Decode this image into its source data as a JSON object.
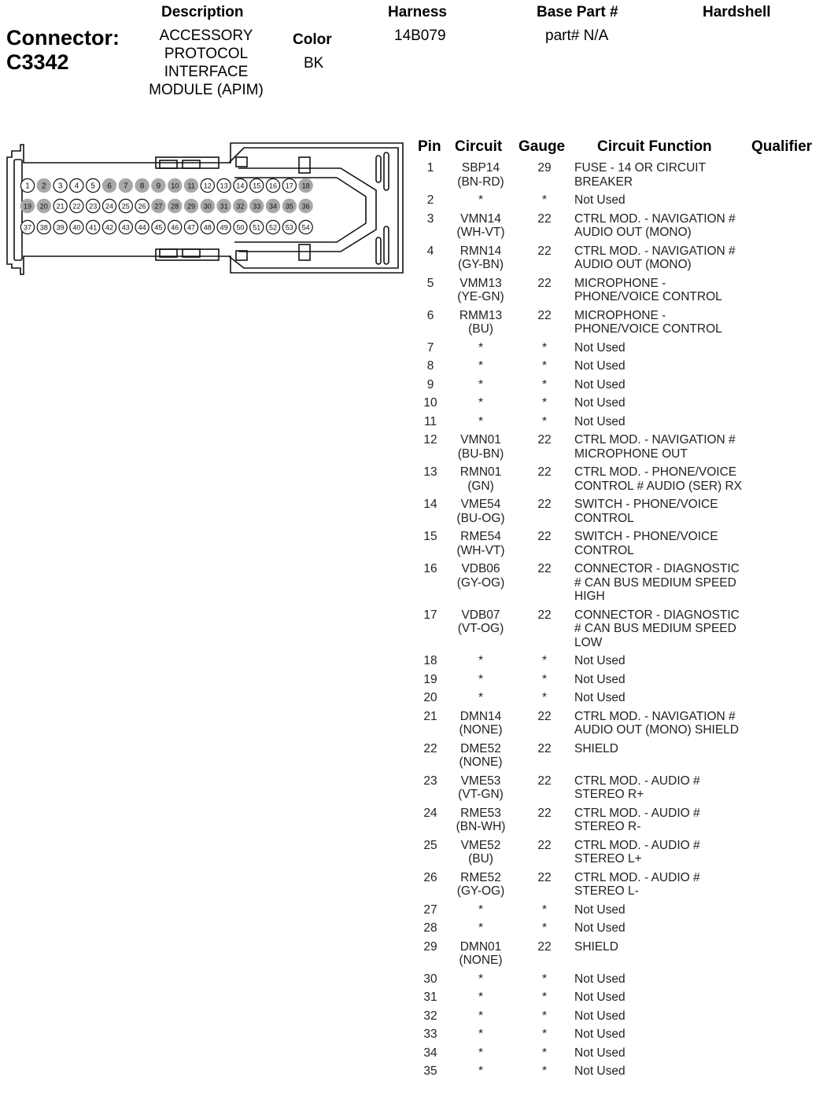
{
  "header": {
    "connector_label": "Connector:",
    "connector_id": "C3342",
    "description_label": "Description",
    "description_lines": [
      "ACCESSORY",
      "PROTOCOL",
      "INTERFACE",
      "MODULE (APIM)"
    ],
    "color_label": "Color",
    "color_value": "BK",
    "harness_label": "Harness",
    "harness_value": "14B079",
    "base_part_label": "Base Part #",
    "base_part_value": "part# N/A",
    "hardshell_label": "Hardshell"
  },
  "connector": {
    "shaded_pins": [
      2,
      6,
      7,
      8,
      9,
      10,
      11,
      18,
      19,
      20,
      27,
      28,
      29,
      30,
      31,
      32,
      33,
      34,
      35,
      36
    ],
    "colors": {
      "shaded_fill": "#a8a8a8",
      "open_fill": "#ffffff",
      "line": "#111111"
    }
  },
  "table": {
    "headers": {
      "pin": "Pin",
      "circuit": "Circuit",
      "gauge": "Gauge",
      "function": "Circuit Function",
      "qualifier": "Qualifier"
    },
    "rows": [
      {
        "pin": "1",
        "circuit": [
          "SBP14",
          "(BN-RD)"
        ],
        "gauge": "29",
        "function": [
          "FUSE - 14 OR CIRCUIT",
          "BREAKER"
        ]
      },
      {
        "pin": "2",
        "circuit": [
          "*"
        ],
        "gauge": "*",
        "function": [
          "Not Used"
        ]
      },
      {
        "pin": "3",
        "circuit": [
          "VMN14",
          "(WH-VT)"
        ],
        "gauge": "22",
        "function": [
          "CTRL MOD. - NAVIGATION #",
          "AUDIO OUT (MONO)"
        ]
      },
      {
        "pin": "4",
        "circuit": [
          "RMN14",
          "(GY-BN)"
        ],
        "gauge": "22",
        "function": [
          "CTRL MOD. - NAVIGATION #",
          "AUDIO OUT (MONO)"
        ]
      },
      {
        "pin": "5",
        "circuit": [
          "VMM13",
          "(YE-GN)"
        ],
        "gauge": "22",
        "function": [
          "MICROPHONE -",
          "PHONE/VOICE CONTROL"
        ]
      },
      {
        "pin": "6",
        "circuit": [
          "RMM13",
          "(BU)"
        ],
        "gauge": "22",
        "function": [
          "MICROPHONE -",
          "PHONE/VOICE CONTROL"
        ]
      },
      {
        "pin": "7",
        "circuit": [
          "*"
        ],
        "gauge": "*",
        "function": [
          "Not Used"
        ]
      },
      {
        "pin": "8",
        "circuit": [
          "*"
        ],
        "gauge": "*",
        "function": [
          "Not Used"
        ]
      },
      {
        "pin": "9",
        "circuit": [
          "*"
        ],
        "gauge": "*",
        "function": [
          "Not Used"
        ]
      },
      {
        "pin": "10",
        "circuit": [
          "*"
        ],
        "gauge": "*",
        "function": [
          "Not Used"
        ]
      },
      {
        "pin": "11",
        "circuit": [
          "*"
        ],
        "gauge": "*",
        "function": [
          "Not Used"
        ]
      },
      {
        "pin": "12",
        "circuit": [
          "VMN01",
          "(BU-BN)"
        ],
        "gauge": "22",
        "function": [
          "CTRL MOD. - NAVIGATION #",
          "MICROPHONE OUT"
        ]
      },
      {
        "pin": "13",
        "circuit": [
          "RMN01",
          "(GN)"
        ],
        "gauge": "22",
        "function": [
          "CTRL MOD. - PHONE/VOICE",
          "CONTROL # AUDIO (SER) RX"
        ]
      },
      {
        "pin": "14",
        "circuit": [
          "VME54",
          "(BU-OG)"
        ],
        "gauge": "22",
        "function": [
          "SWITCH - PHONE/VOICE",
          "CONTROL"
        ]
      },
      {
        "pin": "15",
        "circuit": [
          "RME54",
          "(WH-VT)"
        ],
        "gauge": "22",
        "function": [
          "SWITCH - PHONE/VOICE",
          "CONTROL"
        ]
      },
      {
        "pin": "16",
        "circuit": [
          "VDB06",
          "(GY-OG)"
        ],
        "gauge": "22",
        "function": [
          "CONNECTOR - DIAGNOSTIC",
          "# CAN BUS MEDIUM SPEED",
          "HIGH"
        ]
      },
      {
        "pin": "17",
        "circuit": [
          "VDB07",
          "(VT-OG)"
        ],
        "gauge": "22",
        "function": [
          "CONNECTOR - DIAGNOSTIC",
          "# CAN BUS MEDIUM SPEED",
          "LOW"
        ]
      },
      {
        "pin": "18",
        "circuit": [
          "*"
        ],
        "gauge": "*",
        "function": [
          "Not Used"
        ]
      },
      {
        "pin": "19",
        "circuit": [
          "*"
        ],
        "gauge": "*",
        "function": [
          "Not Used"
        ]
      },
      {
        "pin": "20",
        "circuit": [
          "*"
        ],
        "gauge": "*",
        "function": [
          "Not Used"
        ]
      },
      {
        "pin": "21",
        "circuit": [
          "DMN14",
          "(NONE)"
        ],
        "gauge": "22",
        "function": [
          "CTRL MOD. - NAVIGATION #",
          "AUDIO OUT (MONO) SHIELD"
        ]
      },
      {
        "pin": "22",
        "circuit": [
          "DME52",
          "(NONE)"
        ],
        "gauge": "22",
        "function": [
          "SHIELD"
        ]
      },
      {
        "pin": "23",
        "circuit": [
          "VME53",
          "(VT-GN)"
        ],
        "gauge": "22",
        "function": [
          "CTRL MOD. - AUDIO #",
          "STEREO R+"
        ]
      },
      {
        "pin": "24",
        "circuit": [
          "RME53",
          "(BN-WH)"
        ],
        "gauge": "22",
        "function": [
          "CTRL MOD. - AUDIO #",
          "STEREO R-"
        ]
      },
      {
        "pin": "25",
        "circuit": [
          "VME52",
          "(BU)"
        ],
        "gauge": "22",
        "function": [
          "CTRL MOD. - AUDIO #",
          "STEREO L+"
        ]
      },
      {
        "pin": "26",
        "circuit": [
          "RME52",
          "(GY-OG)"
        ],
        "gauge": "22",
        "function": [
          "CTRL MOD. - AUDIO #",
          "STEREO L-"
        ]
      },
      {
        "pin": "27",
        "circuit": [
          "*"
        ],
        "gauge": "*",
        "function": [
          "Not Used"
        ]
      },
      {
        "pin": "28",
        "circuit": [
          "*"
        ],
        "gauge": "*",
        "function": [
          "Not Used"
        ]
      },
      {
        "pin": "29",
        "circuit": [
          "DMN01",
          "(NONE)"
        ],
        "gauge": "22",
        "function": [
          "SHIELD"
        ]
      },
      {
        "pin": "30",
        "circuit": [
          "*"
        ],
        "gauge": "*",
        "function": [
          "Not Used"
        ]
      },
      {
        "pin": "31",
        "circuit": [
          "*"
        ],
        "gauge": "*",
        "function": [
          "Not Used"
        ]
      },
      {
        "pin": "32",
        "circuit": [
          "*"
        ],
        "gauge": "*",
        "function": [
          "Not Used"
        ]
      },
      {
        "pin": "33",
        "circuit": [
          "*"
        ],
        "gauge": "*",
        "function": [
          "Not Used"
        ]
      },
      {
        "pin": "34",
        "circuit": [
          "*"
        ],
        "gauge": "*",
        "function": [
          "Not Used"
        ]
      },
      {
        "pin": "35",
        "circuit": [
          "*"
        ],
        "gauge": "*",
        "function": [
          "Not Used"
        ]
      }
    ]
  }
}
